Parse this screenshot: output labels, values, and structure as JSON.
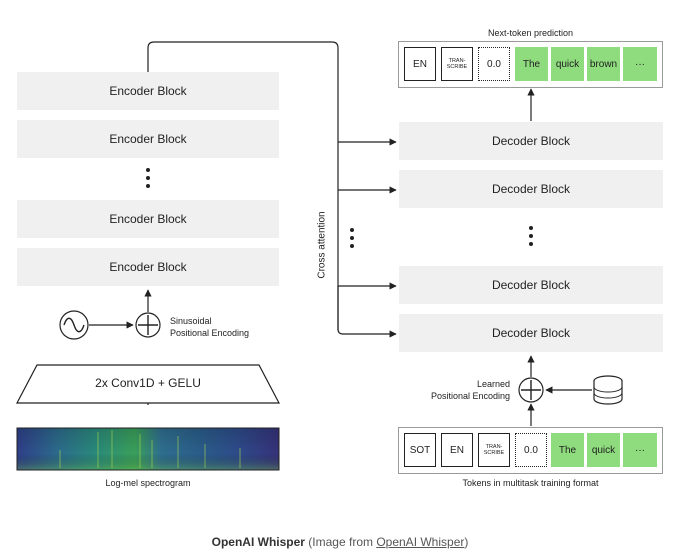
{
  "encoder": {
    "blocks": [
      "Encoder Block",
      "Encoder Block",
      "Encoder Block",
      "Encoder Block"
    ],
    "sinusoidal_label_line1": "Sinusoidal",
    "sinusoidal_label_line2": "Positional Encoding",
    "conv_label": "2x Conv1D + GELU",
    "spectrogram_label": "Log-mel spectrogram"
  },
  "decoder": {
    "blocks": [
      "Decoder Block",
      "Decoder Block",
      "Decoder Block",
      "Decoder Block"
    ],
    "learned_label_line1": "Learned",
    "learned_label_line2": "Positional Encoding",
    "cross_attention_label": "Cross attention"
  },
  "output_tokens": {
    "title": "Next-token prediction",
    "tokens": [
      "EN",
      "TRAN-\nSCRIBE",
      "0.0",
      "The",
      "quick",
      "brown",
      "···"
    ]
  },
  "input_tokens": {
    "title": "Tokens in multitask training format",
    "tokens": [
      "SOT",
      "EN",
      "TRAN-\nSCRIBE",
      "0.0",
      "The",
      "quick",
      "···"
    ]
  },
  "caption": {
    "bold": "OpenAI Whisper",
    "text_before_link": " (Image from ",
    "link": "OpenAI Whisper",
    "text_after_link": ")"
  },
  "colors": {
    "block_fill": "#f0f0f0",
    "token_green": "#8edc7d",
    "line": "#222222"
  },
  "icons": [
    "sine-wave-icon",
    "plus-circle-icon",
    "database-icon"
  ]
}
